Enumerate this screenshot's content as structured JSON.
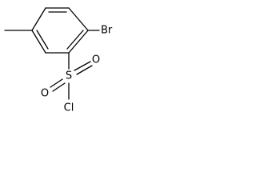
{
  "atoms": {
    "bromine": "Br",
    "sulfur": "S",
    "oxygen_top": "O",
    "oxygen_bottom": "O",
    "chlorine": "Cl"
  },
  "colors": {
    "line": "#000000",
    "background": "#ffffff"
  }
}
